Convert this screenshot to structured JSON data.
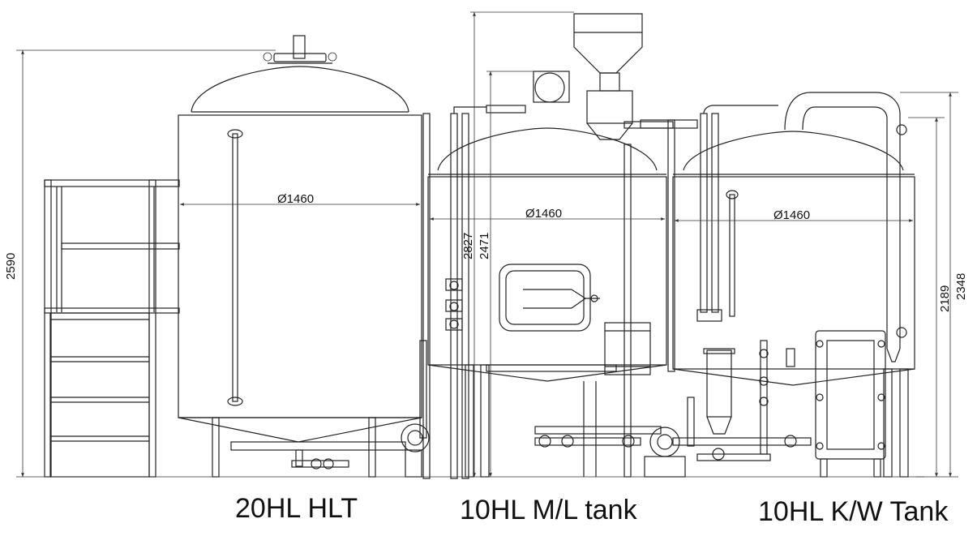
{
  "dimensions": {
    "hlt_height": "2590",
    "ml_height_total": "2827",
    "ml_height_body": "2471",
    "kw_height_total": "2348",
    "kw_height_body": "2189",
    "hlt_diameter": "Ø1460",
    "ml_diameter": "Ø1460",
    "kw_diameter": "Ø1460"
  },
  "labels": {
    "hlt": "20HL HLT",
    "ml": "10HL M/L tank",
    "kw": "10HL K/W Tank"
  }
}
